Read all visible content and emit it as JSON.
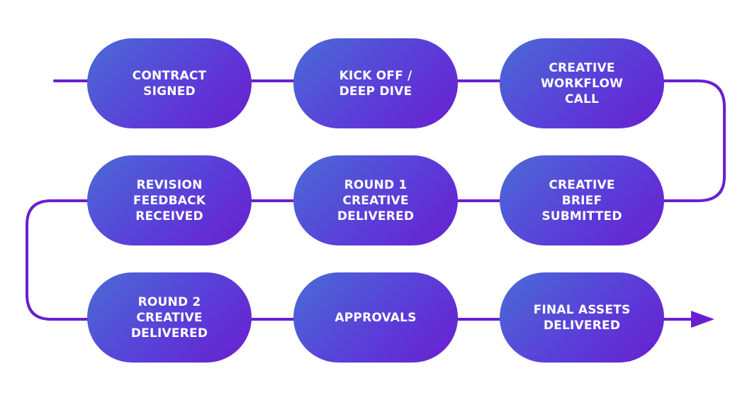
{
  "flow": {
    "colors": {
      "connector": "#6a1fd0",
      "pill_gradient_start": "#4a6cd6",
      "pill_gradient_end": "#6a1fd0",
      "label_text": "#ffffff"
    },
    "steps": [
      {
        "label": "CONTRACT\nSIGNED"
      },
      {
        "label": "KICK OFF /\nDEEP DIVE"
      },
      {
        "label": "CREATIVE\nWORKFLOW\nCALL"
      },
      {
        "label": "CREATIVE\nBRIEF\nSUBMITTED"
      },
      {
        "label": "ROUND 1\nCREATIVE\nDELIVERED"
      },
      {
        "label": "REVISION\nFEEDBACK\nRECEIVED"
      },
      {
        "label": "ROUND 2\nCREATIVE\nDELIVERED"
      },
      {
        "label": "APPROVALS"
      },
      {
        "label": "FINAL ASSETS\nDELIVERED"
      }
    ],
    "end_marker_icon": "arrow-head-icon"
  }
}
